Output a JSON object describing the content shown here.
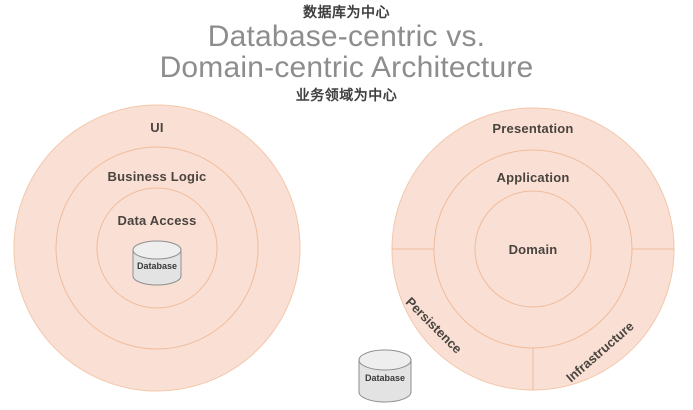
{
  "header": {
    "annotation_top": "数据库为中心",
    "title_line1": "Database-centric vs.",
    "title_line2": "Domain-centric Architecture",
    "annotation_bottom": "业务领域为中心"
  },
  "colors": {
    "ring_fill": "#fae0d4",
    "ring_stroke": "#f3c7ab",
    "title_text": "#8d8d8d",
    "label_text": "#4a443f",
    "annotation_text": "#3f3f3f",
    "cylinder_fill": "#e3e3e3",
    "cylinder_top": "#eeeeee",
    "cylinder_stroke": "#8f8f8f",
    "background": "#ffffff"
  },
  "left_diagram": {
    "name": "Database-centric Architecture",
    "rings": [
      {
        "label": "UI"
      },
      {
        "label": "Business Logic"
      },
      {
        "label": "Data Access"
      }
    ],
    "cylinder": {
      "label": "Database"
    }
  },
  "right_diagram": {
    "name": "Domain-centric Architecture",
    "rings": [
      {
        "label": "Presentation"
      },
      {
        "label": "Application"
      },
      {
        "label": "Domain"
      }
    ],
    "sectors": [
      {
        "label": "Persistence"
      },
      {
        "label": "Infrastructure"
      }
    ]
  },
  "external_cylinder": {
    "label": "Database"
  }
}
